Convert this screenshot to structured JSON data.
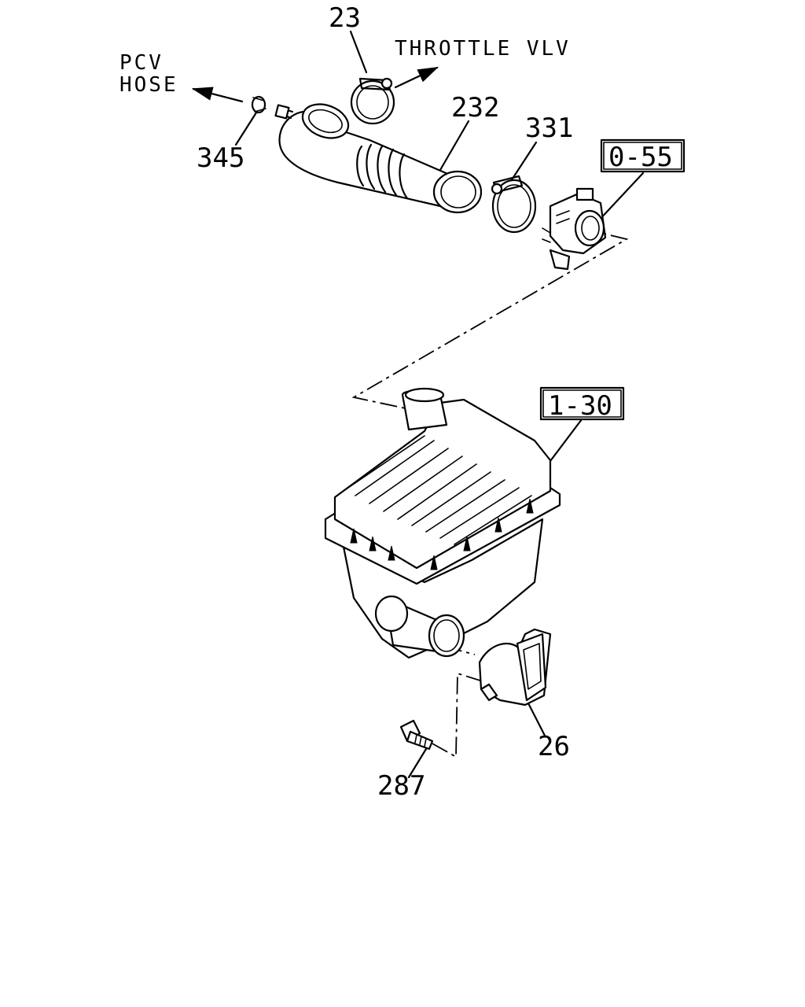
{
  "diagram": {
    "callouts": {
      "c23": "23",
      "c232": "232",
      "c331": "331",
      "c345": "345",
      "c26": "26",
      "c287": "287"
    },
    "refs": {
      "r055": "0-55",
      "r130": "1-30"
    },
    "directions": {
      "pcv_line1": "PCV",
      "pcv_line2": "HOSE",
      "throttle": "THROTTLE VLV"
    }
  }
}
